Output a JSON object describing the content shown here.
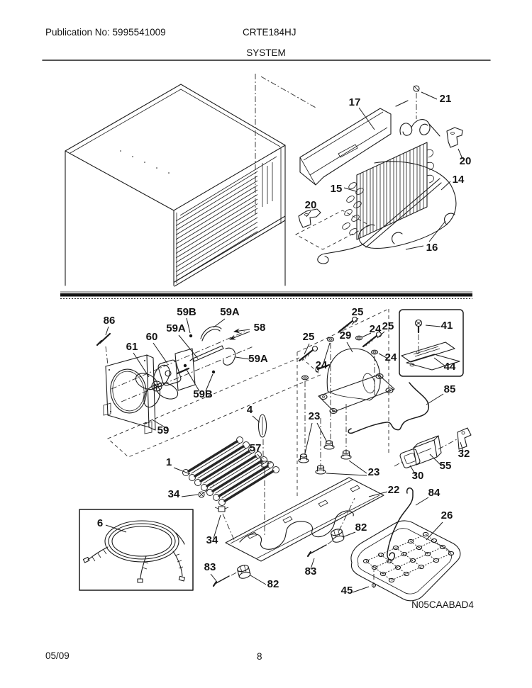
{
  "header": {
    "publication_no": "Publication No: 5995541009",
    "model_no": "CRTE184HJ",
    "section_title": "SYSTEM"
  },
  "footer": {
    "revision_date": "05/09",
    "page_number": "8"
  },
  "diagram": {
    "drawing_code": "N05CAABAD4",
    "labels": {
      "shelf_17": "17",
      "screw_21": "21",
      "clip_20_right": "20",
      "evaporator_15": "15",
      "tube_14": "14",
      "clip_20_left": "20",
      "clip_16": "16",
      "screw_86": "86",
      "tube_59b_top": "59B",
      "tube_59a_top": "59A",
      "tube_59a_left": "59A",
      "tube_58": "58",
      "motor_60": "60",
      "blade_61": "61",
      "tube_59a_right": "59A",
      "tube_59b_bottom": "59B",
      "shroud_59": "59",
      "dryer_4": "4",
      "screw_25_left": "25",
      "screw_25_top": "25",
      "screw_25_right": "25",
      "washer_24_top": "24",
      "washer_24_left": "24",
      "washer_24_right": "24",
      "compressor_29": "29",
      "screw_41": "41",
      "bracket_44": "44",
      "tube_85": "85",
      "bracket_32": "32",
      "cover_55": "55",
      "relay_30": "30",
      "grommet_23_top": "23",
      "grommet_23_right": "23",
      "condenser_1": "1",
      "clip_57": "57",
      "screw_34_left": "34",
      "screw_34_bottom": "34",
      "harness_6": "6",
      "base_22": "22",
      "tube_84": "84",
      "pan_26": "26",
      "grommet_82_right": "82",
      "grommet_82_bottom": "82",
      "pin_83_left": "83",
      "pin_83_right": "83",
      "screw_45": "45"
    }
  }
}
